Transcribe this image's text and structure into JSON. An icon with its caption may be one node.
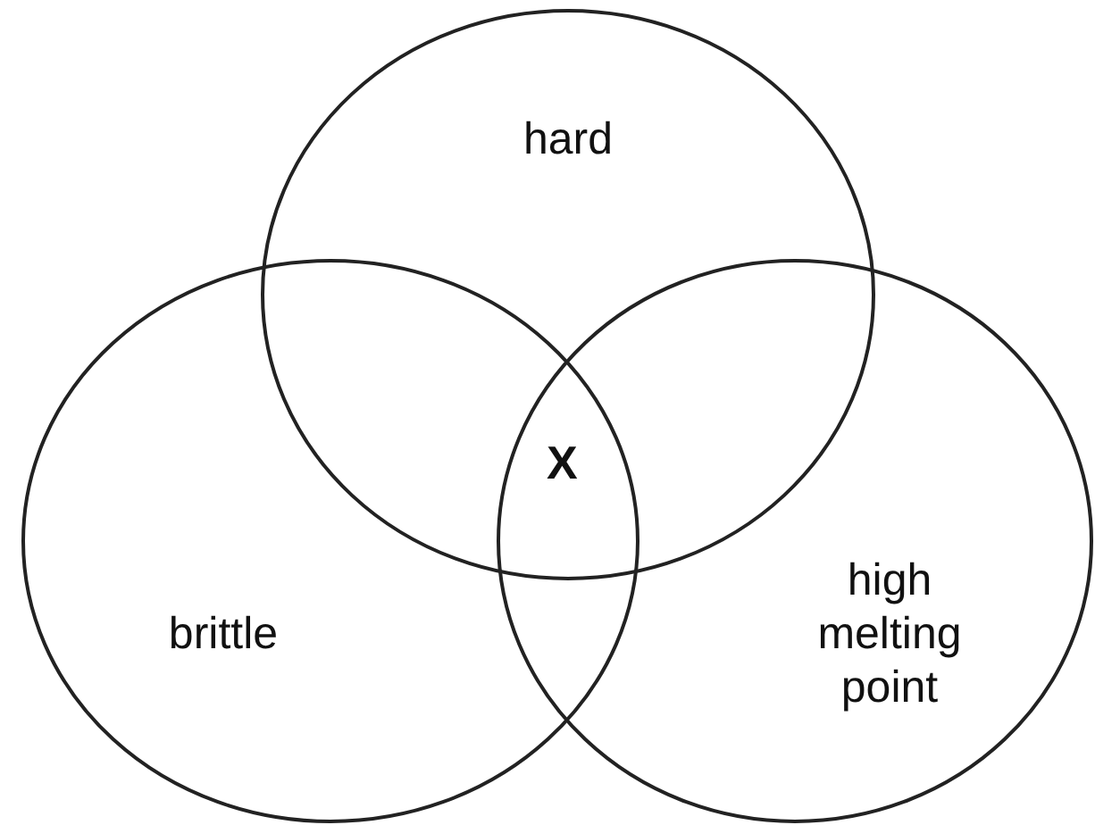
{
  "diagram": {
    "nodes": [
      {
        "text": [
          "hard"
        ]
      },
      {
        "text": [
          "brittle"
        ]
      },
      {
        "text": [
          "high melting point"
        ]
      }
    ],
    "edges": [],
    "labels": [
      "X"
    ]
  }
}
